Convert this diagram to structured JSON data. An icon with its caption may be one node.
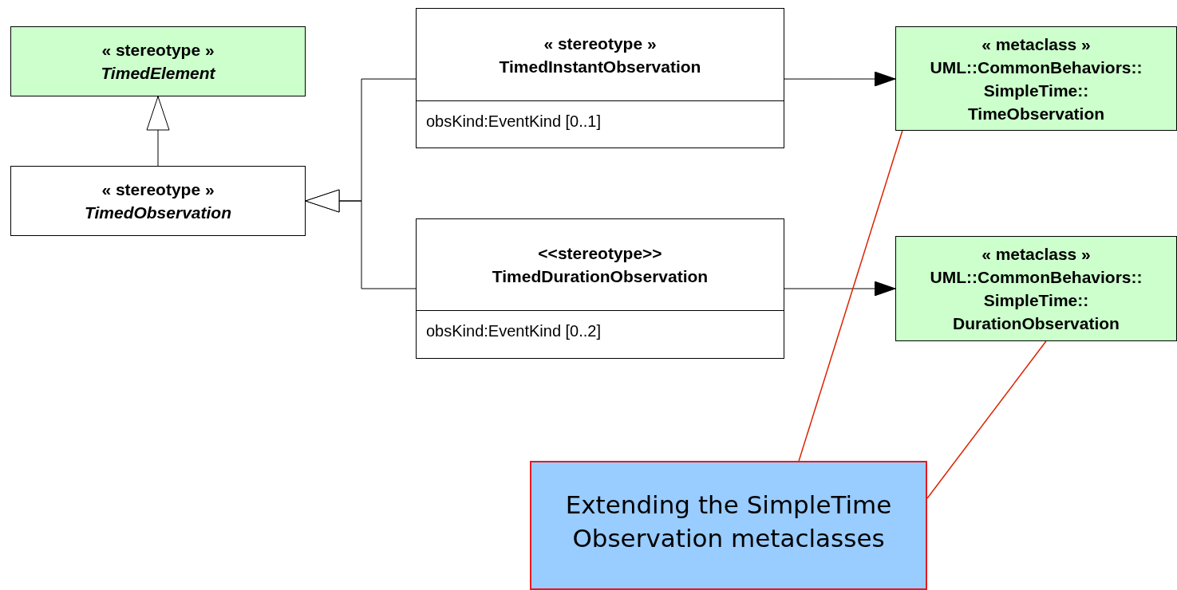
{
  "diagram": {
    "nodes": [
      {
        "text": [
          "« stereotype »",
          "TimedElement"
        ]
      },
      {
        "text": [
          "« stereotype »",
          "TimedObservation"
        ]
      },
      {
        "text": [
          "« stereotype »",
          "TimedInstantObservation",
          "obsKind:EventKind [0..1]"
        ]
      },
      {
        "text": [
          "<<stereotype>>",
          "TimedDurationObservation",
          "obsKind:EventKind [0..2]"
        ]
      },
      {
        "text": [
          "« metaclass »",
          "UML::CommonBehaviors:: SimpleTime:: TimeObservation"
        ]
      },
      {
        "text": [
          "« metaclass »",
          "UML::CommonBehaviors:: SimpleTime:: DurationObservation"
        ]
      },
      {
        "text": [
          "Extending the SimpleTime Observation metaclasses"
        ]
      }
    ],
    "edges": [
      {
        "from": 1,
        "to": 0,
        "arrow": "to"
      },
      {
        "from": 2,
        "to": 1,
        "arrow": "to"
      },
      {
        "from": 3,
        "to": 1,
        "arrow": "to"
      },
      {
        "from": 2,
        "to": 4,
        "arrow": "to"
      },
      {
        "from": 3,
        "to": 5,
        "arrow": "to"
      },
      {
        "from": 6,
        "to": 4,
        "arrow": "none",
        "color": "#dd2200"
      },
      {
        "from": 6,
        "to": 5,
        "arrow": "none",
        "color": "#dd2200"
      }
    ]
  }
}
